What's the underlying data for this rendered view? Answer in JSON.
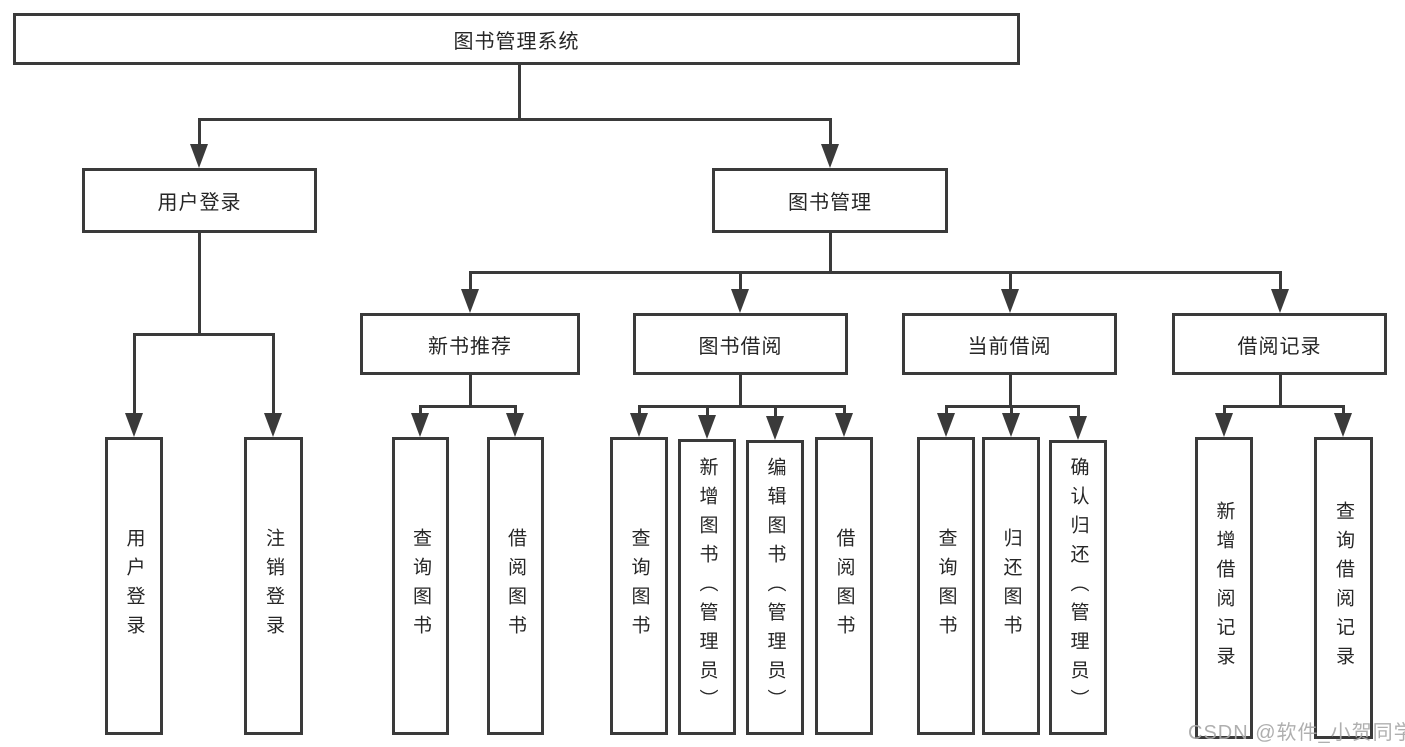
{
  "diagram": {
    "root": {
      "label": "图书管理系统"
    },
    "branches": [
      {
        "label": "用户登录",
        "children": [
          {
            "label": "用户登录"
          },
          {
            "label": "注销登录"
          }
        ]
      },
      {
        "label": "图书管理",
        "children": [
          {
            "label": "新书推荐",
            "children": [
              {
                "label": "查询图书"
              },
              {
                "label": "借阅图书"
              }
            ]
          },
          {
            "label": "图书借阅",
            "children": [
              {
                "label": "查询图书"
              },
              {
                "label": "新增图书（管理员）"
              },
              {
                "label": "编辑图书（管理员）"
              },
              {
                "label": "借阅图书"
              }
            ]
          },
          {
            "label": "当前借阅",
            "children": [
              {
                "label": "查询图书"
              },
              {
                "label": "归还图书"
              },
              {
                "label": "确认归还（管理员）"
              }
            ]
          },
          {
            "label": "借阅记录",
            "children": [
              {
                "label": "新增借阅记录"
              },
              {
                "label": "查询借阅记录"
              }
            ]
          }
        ]
      }
    ]
  },
  "watermark": "CSDN @软件_小贺同学",
  "colors": {
    "line": "#3a3a3a",
    "text": "#262626",
    "watermark": "#a8a8a8"
  }
}
